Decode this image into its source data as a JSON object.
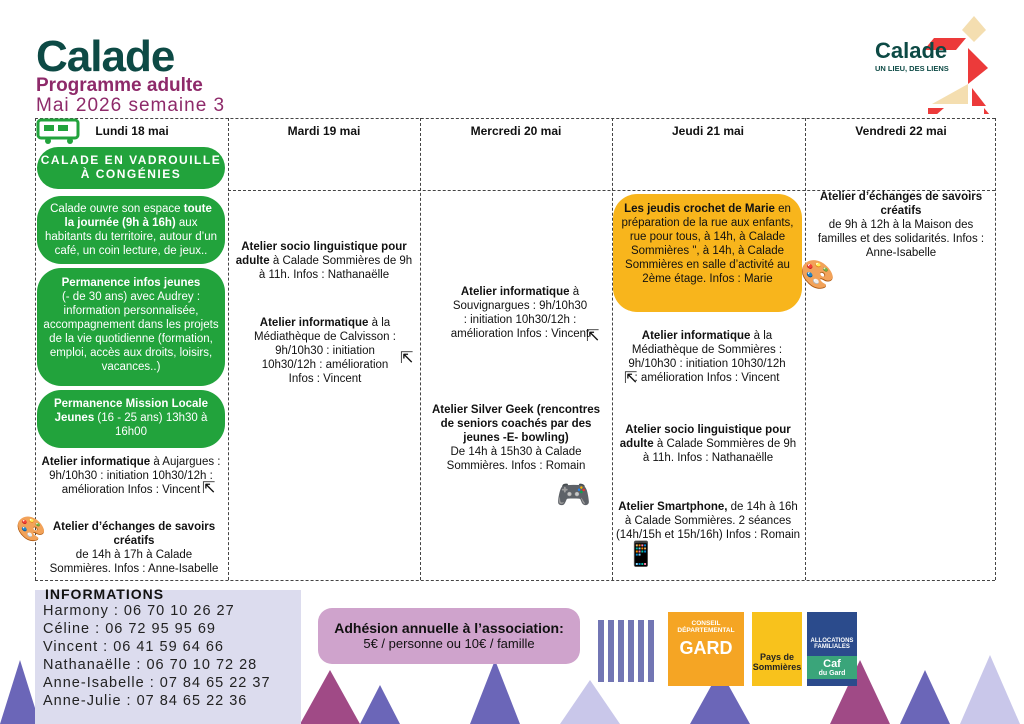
{
  "header": {
    "brand": "Calade",
    "subtitle": "Programme adulte",
    "week": "Mai 2026 semaine 3",
    "logo_name": "Calade",
    "logo_tagline": "UN LIEU, DES LIENS"
  },
  "days": [
    "Lundi 18 mai",
    "Mardi 19 mai",
    "Mercredi 20 mai",
    "Jeudi 21 mai",
    "Vendredi 22 mai"
  ],
  "monday": {
    "vadrouille": "CALADE EN VADROUILLE À CONGÉNIES",
    "open_a": "Calade ouvre son espace ",
    "open_b": "toute la journée (9h à 16h)",
    "open_c": " aux habitants du territoire, autour d’un café, un coin lecture, de jeux..",
    "pij_title": "Permanence infos jeunes",
    "pij_text": "(- de 30 ans) avec Audrey : information personnalisée, accompagnement dans les projets de la vie quotidienne (formation, emploi, accès aux droits, loisirs, vacances..)",
    "ml_title": "Permanence Mission Locale Jeunes",
    "ml_text": " (16 - 25  ans) 13h30 à 16h00",
    "info_title": "Atelier informatique",
    "info_text": " à Aujargues : 9h/10h30 : initiation 10h30/12h : amélioration Infos : Vincent",
    "creat_title": "Atelier d’échanges de savoirs créatifs",
    "creat_text": "de 14h à 17h à Calade Sommières. Infos : Anne-Isabelle"
  },
  "tuesday": {
    "socio_title": "Atelier socio linguistique pour adulte",
    "socio_text": " à Calade Sommières de 9h à 11h. Infos : Nathanaëlle",
    "info_title": "Atelier informatique",
    "info_text": " à la Médiathèque de Calvisson : 9h/10h30 : initiation 10h30/12h : amélioration Infos : Vincent"
  },
  "wednesday": {
    "info_title": "Atelier informatique",
    "info_text": " à Souvignargues : 9h/10h30 : initiation 10h30/12h : amélioration Infos : Vincent",
    "geek_title": "Atelier Silver Geek (rencontres de seniors coachés par des jeunes -E- bowling)",
    "geek_text": "De 14h à 15h30 à Calade Sommières. Infos : Romain"
  },
  "thursday": {
    "crochet_title": "Les jeudis crochet de Marie",
    "crochet_text": " en préparation de la rue aux enfants, rue pour tous, à 14h, à Calade Sommières \", à 14h, à Calade Sommières en salle d’activité au 2ème étage. Infos : Marie",
    "info_title": "Atelier informatique",
    "info_text": " à la Médiathèque de Sommières : 9h/10h30 : initiation 10h30/12h : amélioration Infos : Vincent",
    "socio_title": "Atelier socio linguistique pour adulte",
    "socio_text": " à Calade Sommières de 9h à 11h. Infos : Nathanaëlle",
    "smart_title": "Atelier Smartphone,",
    "smart_text": " de 14h à 16h à Calade Sommières. 2 séances (14h/15h et 15h/16h) Infos : Romain"
  },
  "friday": {
    "creat_title": "Atelier d’échanges de savoirs créatifs",
    "creat_text": "de 9h à 12h à la Maison des familles et des solidarités. Infos : Anne-Isabelle"
  },
  "informations": {
    "title": "INFORMATIONS",
    "contacts": [
      "Harmony : 06 70 10 26 27",
      "Céline : 06 72 95 95 69",
      "Vincent : 06 41 59 64 66",
      "Nathanaëlle : 06 70 10 72 28",
      "Anne-Isabelle : 07 84 65 22 37",
      "Anne-Julie : 07 84 65 22 36"
    ]
  },
  "adhesion": {
    "title": "Adhésion annuelle à l’association:",
    "price": "5€ / personne ou 10€ / famille"
  },
  "partners": {
    "gard_top": "CONSEIL DÉPARTEMENTAL",
    "gard": "GARD",
    "pays": "Pays de Sommières",
    "caf_top": "ALLOCATIONS FAMILIALES",
    "caf": "Caf",
    "caf_sub": "du Gard"
  }
}
